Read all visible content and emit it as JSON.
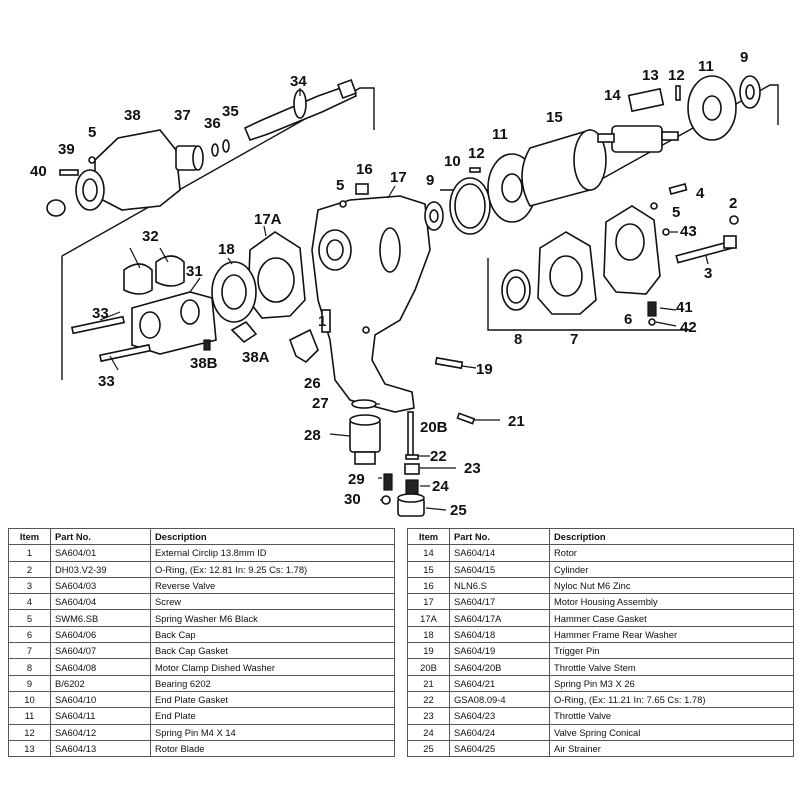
{
  "diagram": {
    "callouts": {
      "c1": "1",
      "c2": "2",
      "c3": "3",
      "c4": "4",
      "c5a": "5",
      "c5b": "5",
      "c5c": "5",
      "c6": "6",
      "c7": "7",
      "c8": "8",
      "c9a": "9",
      "c9b": "9",
      "c10": "10",
      "c11a": "11",
      "c11b": "11",
      "c12a": "12",
      "c12b": "12",
      "c13": "13",
      "c14": "14",
      "c15": "15",
      "c16": "16",
      "c17": "17",
      "c17a": "17A",
      "c18": "18",
      "c19": "19",
      "c20b": "20B",
      "c21": "21",
      "c22": "22",
      "c23": "23",
      "c24": "24",
      "c25": "25",
      "c26": "26",
      "c27": "27",
      "c28": "28",
      "c29": "29",
      "c30": "30",
      "c31": "31",
      "c32": "32",
      "c33a": "33",
      "c33b": "33",
      "c34": "34",
      "c35": "35",
      "c36": "36",
      "c37": "37",
      "c38": "38",
      "c38a": "38A",
      "c38b": "38B",
      "c39": "39",
      "c40": "40",
      "c41": "41",
      "c42": "42",
      "c43": "43"
    }
  },
  "table": {
    "headers": {
      "item": "Item",
      "part_no": "Part No.",
      "description": "Description"
    },
    "left_rows": [
      {
        "item": "1",
        "part_no": "SA604/01",
        "description": "External Circlip 13.8mm ID"
      },
      {
        "item": "2",
        "part_no": "DH03.V2-39",
        "description": "O-Ring, (Ex: 12.81 In: 9.25 Cs: 1.78)"
      },
      {
        "item": "3",
        "part_no": "SA604/03",
        "description": "Reverse Valve"
      },
      {
        "item": "4",
        "part_no": "SA604/04",
        "description": "Screw"
      },
      {
        "item": "5",
        "part_no": "SWM6.SB",
        "description": "Spring Washer M6 Black"
      },
      {
        "item": "6",
        "part_no": "SA604/06",
        "description": "Back Cap"
      },
      {
        "item": "7",
        "part_no": "SA604/07",
        "description": "Back Cap Gasket"
      },
      {
        "item": "8",
        "part_no": "SA604/08",
        "description": "Motor Clamp Dished Washer"
      },
      {
        "item": "9",
        "part_no": "B/6202",
        "description": "Bearing 6202"
      },
      {
        "item": "10",
        "part_no": "SA604/10",
        "description": "End Plate Gasket"
      },
      {
        "item": "11",
        "part_no": "SA604/11",
        "description": "End Plate"
      },
      {
        "item": "12",
        "part_no": "SA604/12",
        "description": "Spring Pin M4 X 14"
      },
      {
        "item": "13",
        "part_no": "SA604/13",
        "description": "Rotor Blade"
      }
    ],
    "right_rows": [
      {
        "item": "14",
        "part_no": "SA604/14",
        "description": "Rotor"
      },
      {
        "item": "15",
        "part_no": "SA604/15",
        "description": "Cylinder"
      },
      {
        "item": "16",
        "part_no": "NLN6.S",
        "description": "Nyloc Nut M6 Zinc"
      },
      {
        "item": "17",
        "part_no": "SA604/17",
        "description": "Motor Housing Assembly"
      },
      {
        "item": "17A",
        "part_no": "SA604/17A",
        "description": "Hammer Case Gasket"
      },
      {
        "item": "18",
        "part_no": "SA604/18",
        "description": "Hammer Frame Rear Washer"
      },
      {
        "item": "19",
        "part_no": "SA604/19",
        "description": "Trigger Pin"
      },
      {
        "item": "20B",
        "part_no": "SA604/20B",
        "description": "Throttle Valve Stem"
      },
      {
        "item": "21",
        "part_no": "SA604/21",
        "description": "Spring Pin M3 X 26"
      },
      {
        "item": "22",
        "part_no": "GSA08.09-4",
        "description": "O-Ring, (Ex: 11.21 In: 7.65 Cs: 1.78)"
      },
      {
        "item": "23",
        "part_no": "SA604/23",
        "description": "Throttle Valve"
      },
      {
        "item": "24",
        "part_no": "SA604/24",
        "description": "Valve Spring Conical"
      },
      {
        "item": "25",
        "part_no": "SA604/25",
        "description": "Air Strainer"
      }
    ]
  }
}
